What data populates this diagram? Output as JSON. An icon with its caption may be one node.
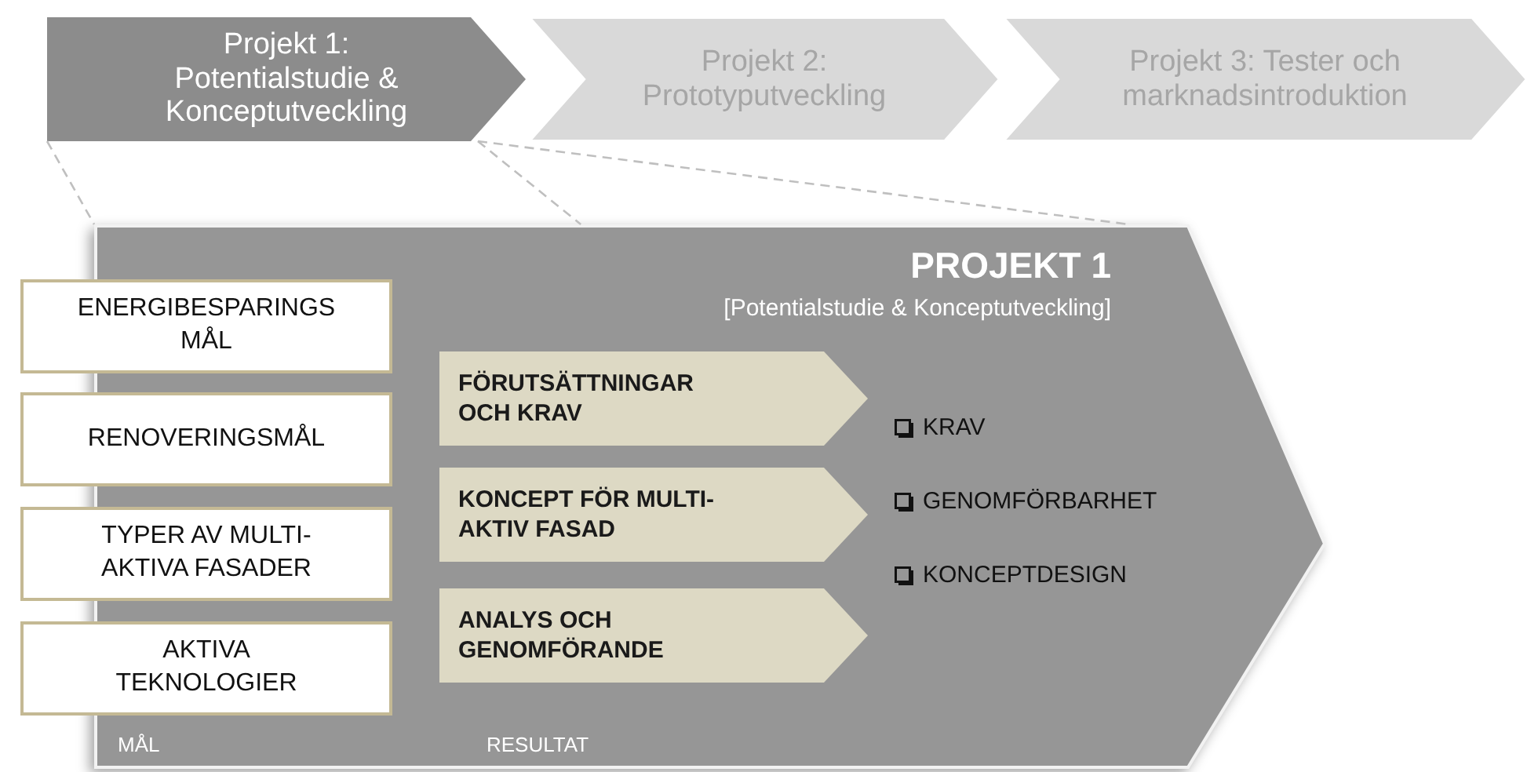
{
  "diagram": {
    "nodes": [
      {
        "text": [
          "Projekt 1: Potentialstudie & Konceptutveckling"
        ]
      },
      {
        "text": [
          "Projekt 2: Prototyputveckling"
        ]
      },
      {
        "text": [
          "Projekt 3: Tester och marknadsintroduktion"
        ]
      },
      {
        "text": [
          "PROJEKT 1",
          "[Potentialstudie & Konceptutveckling]"
        ]
      },
      {
        "text": [
          "ENERGIBESPARINGS MÅL"
        ]
      },
      {
        "text": [
          "RENOVERINGSMÅL"
        ]
      },
      {
        "text": [
          "TYPER AV MULTI- AKTIVA FASADER"
        ]
      },
      {
        "text": [
          "AKTIVA TEKNOLOGIER"
        ]
      },
      {
        "text": [
          "FÖRUTSÄTTNINGAR OCH KRAV"
        ],
        "in": 3
      },
      {
        "text": [
          "KONCEPT FÖR MULTI- AKTIV FASAD"
        ],
        "in": 3
      },
      {
        "text": [
          "ANALYS OCH GENOMFÖRANDE"
        ],
        "in": 3
      }
    ],
    "edges": [
      {
        "from": 0,
        "to": 3,
        "arrow": "none",
        "style": "dashed"
      },
      {
        "from": 0,
        "to": 3,
        "arrow": "none",
        "style": "dashed"
      },
      {
        "from": 0,
        "to": 3,
        "arrow": "none",
        "style": "dashed"
      }
    ],
    "labels": [
      "KRAV",
      "GENOMFÖRBARHET",
      "KONCEPTDESIGN",
      "MÅL",
      "RESULTAT"
    ]
  }
}
